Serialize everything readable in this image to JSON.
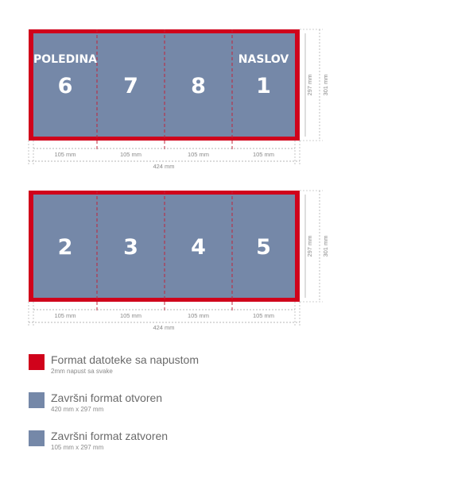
{
  "colors": {
    "bleed": "#d0021b",
    "page": "#7588a8",
    "dim": "#a0a0a0",
    "text": "#6a6a6a"
  },
  "sheets": [
    {
      "pages": [
        {
          "number": "6",
          "label": "POLEDINA"
        },
        {
          "number": "7",
          "label": ""
        },
        {
          "number": "8",
          "label": ""
        },
        {
          "number": "1",
          "label": "NASLOV"
        }
      ],
      "panel_widths": [
        "105 mm",
        "105 mm",
        "105 mm",
        "105 mm"
      ],
      "total_width": "424 mm",
      "height_inner": "297 mm",
      "height_outer": "301 mm"
    },
    {
      "pages": [
        {
          "number": "2",
          "label": ""
        },
        {
          "number": "3",
          "label": ""
        },
        {
          "number": "4",
          "label": ""
        },
        {
          "number": "5",
          "label": ""
        }
      ],
      "panel_widths": [
        "105 mm",
        "105 mm",
        "105 mm",
        "105 mm"
      ],
      "total_width": "424 mm",
      "height_inner": "297 mm",
      "height_outer": "301 mm"
    }
  ],
  "legend": [
    {
      "title": "Format datoteke sa napustom",
      "subtitle": "2mm napust sa svake",
      "color": "#d0021b"
    },
    {
      "title": "Završni format otvoren",
      "subtitle": "420 mm x 297 mm",
      "color": "#7588a8"
    },
    {
      "title": "Završni format zatvoren",
      "subtitle": "105 mm x 297 mm",
      "color": "#7588a8"
    }
  ]
}
